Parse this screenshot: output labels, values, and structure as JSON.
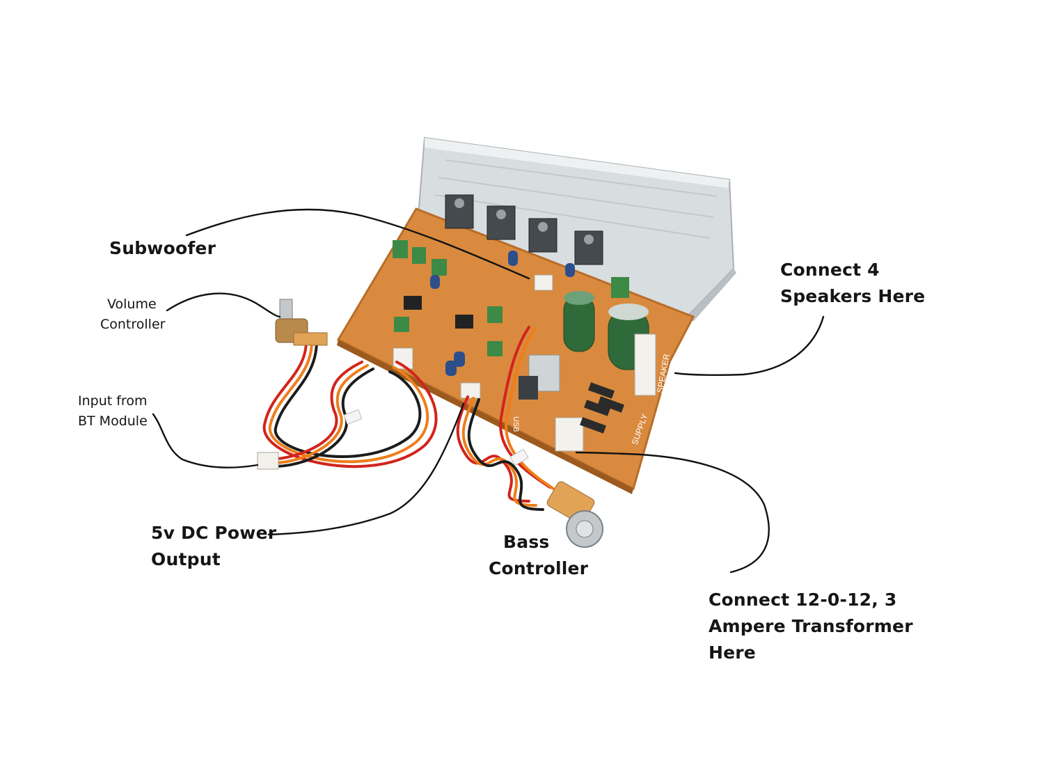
{
  "labels": {
    "subwoofer": [
      "Subwoofer"
    ],
    "volume_controller": [
      "Volume",
      "Controller"
    ],
    "input_bt": [
      "Input from",
      "BT Module"
    ],
    "power_output": [
      "5v DC Power",
      "Output"
    ],
    "bass_controller": [
      "Bass",
      "Controller"
    ],
    "speakers": [
      "Connect 4",
      "Speakers Here"
    ],
    "transformer": [
      "Connect 12-0-12, 3",
      "Ampere Transformer",
      "Here"
    ]
  },
  "board_markings": {
    "usb": "USB",
    "supply": "SUPPLY",
    "speaker": "SPEAKER"
  },
  "colors": {
    "pcb": "#d98a3e",
    "pcb_dark": "#b86d28",
    "heatsink": "#d8dde0",
    "capacitor_green": "#2f6b3a",
    "capacitor_blue": "#2c4f8c",
    "wire_red": "#d2241c",
    "wire_orange": "#ee7d1a",
    "wire_black": "#1c1c1c",
    "line": "#111111"
  },
  "icons": [
    "volume-potentiometer-icon",
    "bass-potentiometer-icon",
    "transistor-icon",
    "capacitor-icon",
    "connector-icon"
  ]
}
